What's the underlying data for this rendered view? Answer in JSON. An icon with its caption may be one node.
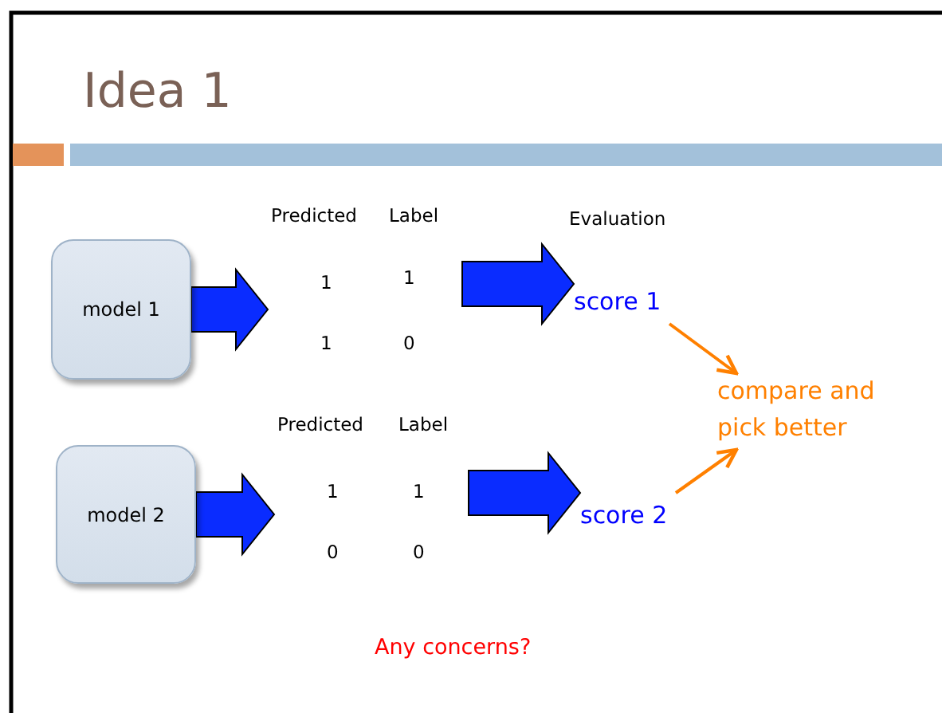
{
  "diagram": {
    "title": "Idea 1",
    "nodes": [
      {
        "text": [
          "model 1"
        ]
      },
      {
        "text": [
          "Predicted",
          "Label",
          "1",
          "1",
          "1",
          "0"
        ]
      },
      {
        "text": [
          "score 1"
        ]
      },
      {
        "text": [
          "model 2"
        ]
      },
      {
        "text": [
          "Predicted",
          "Label",
          "1",
          "1",
          "0",
          "0"
        ]
      },
      {
        "text": [
          "score 2"
        ]
      },
      {
        "text": [
          "compare and pick better"
        ]
      }
    ],
    "edges": [
      {
        "from": 0,
        "to": 1,
        "arrow": "to",
        "style": "thick"
      },
      {
        "from": 1,
        "to": 2,
        "arrow": "to",
        "style": "thick"
      },
      {
        "from": 3,
        "to": 4,
        "arrow": "to",
        "style": "thick"
      },
      {
        "from": 4,
        "to": 5,
        "arrow": "to",
        "style": "thick"
      },
      {
        "from": 2,
        "to": 6,
        "arrow": "to",
        "color": "#ff8000"
      },
      {
        "from": 5,
        "to": 6,
        "arrow": "to",
        "color": "#ff8000"
      }
    ],
    "labels": [
      "Evaluation",
      "Any concerns?"
    ]
  }
}
